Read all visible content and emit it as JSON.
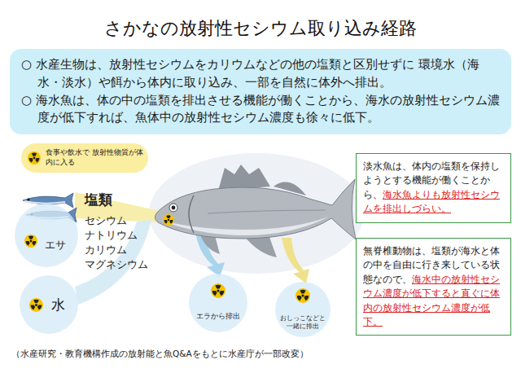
{
  "diagram": {
    "title": "さかなの放射性セシウム取り込み経路",
    "caption": "（水産研究・教育機構作成の放射能と魚Q&Aをもとに水産庁が一部改変）",
    "nodes": [
      {
        "text": [
          "○ 水産生物は、放射性セシウムをカリウムなどの他の塩類と区別せずに 環境水（海水・淡水）や餌から体内に取り込み、一部を自然に体外へ排出。",
          "○ 海水魚は、体の中の塩類を排出させる機能が働くことから、海水の放射性セシウム濃度が低下すれば、魚体中の放射性セシウム濃度も徐々に低下。"
        ]
      },
      {
        "text": [
          "食事や飲水で 放射性物質が体内に入る"
        ]
      },
      {
        "text": [
          "エサ"
        ]
      },
      {
        "text": [
          "水"
        ]
      },
      {
        "text": [
          "エラから排出"
        ]
      },
      {
        "text": [
          "おしっこなどと 一緒に排出"
        ]
      },
      {
        "text": [
          "淡水魚は、体内の塩類を保持しようとする機能が働くことから、",
          "海水魚よりも放射性セシウムを排出しづらい。"
        ]
      },
      {
        "text": [
          "無脊椎動物は、塩類が海水と体の中を自由に行き来している状態なので、",
          "海水中の放射性セシウム濃度が低下すると直ぐに体内の放射性セシウム濃度が低下。"
        ]
      }
    ],
    "labels": [
      "塩類",
      "セシウム",
      "ナトリウム",
      "カリウム",
      "マグネシウム"
    ]
  }
}
